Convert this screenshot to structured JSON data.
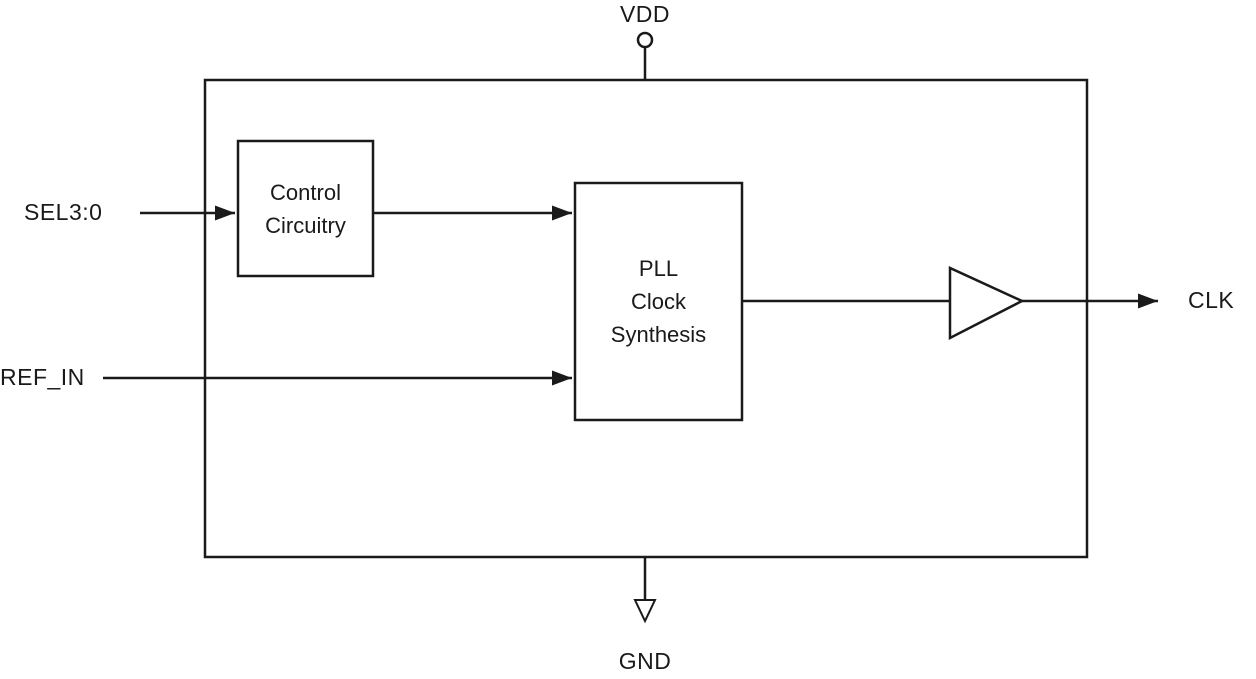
{
  "pins": {
    "vdd": "VDD",
    "gnd": "GND",
    "sel": "SEL3:0",
    "ref_in": "REF_IN",
    "clk": "CLK"
  },
  "blocks": {
    "control": {
      "line1": "Control",
      "line2": "Circuitry"
    },
    "pll": {
      "line1": "PLL",
      "line2": "Clock",
      "line3": "Synthesis"
    }
  },
  "colors": {
    "line": "#1a1a1a",
    "background": "#ffffff"
  }
}
